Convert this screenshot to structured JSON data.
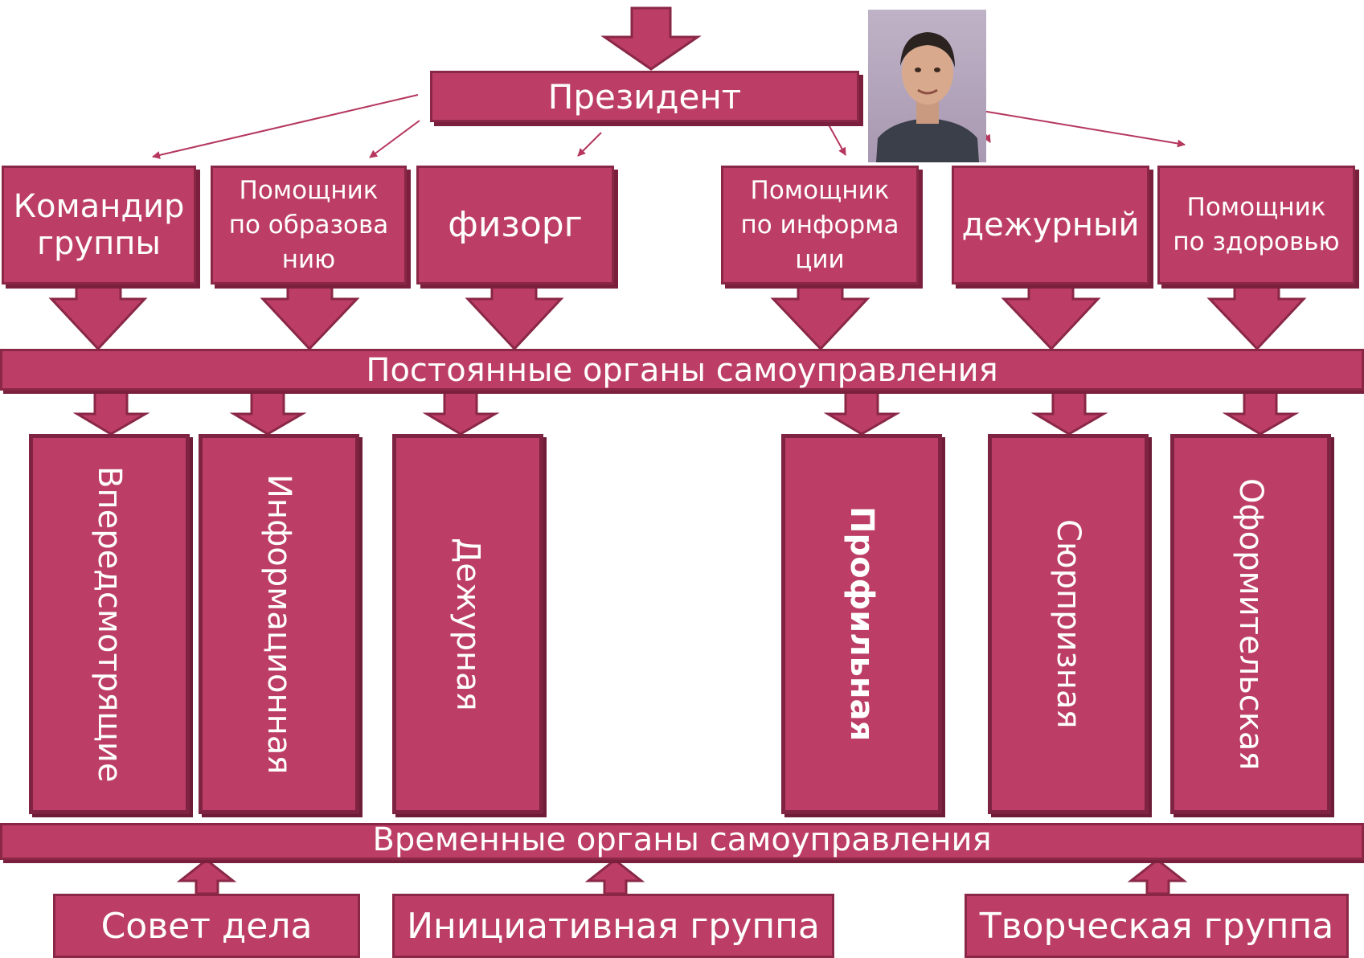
{
  "president": "Президент",
  "roles": [
    {
      "label": "Командир группы"
    },
    {
      "label": "Помощник по образованию"
    },
    {
      "label": "физорг"
    },
    {
      "label": "Помощник по информации"
    },
    {
      "label": "дежурный"
    },
    {
      "label": "Помощник по здоровью"
    }
  ],
  "permanent_bar": "Постоянные органы самоуправления",
  "committees": [
    {
      "label": "Впередсмотрящие"
    },
    {
      "label": "Информационная"
    },
    {
      "label": "Дежурная"
    },
    {
      "label": "Профильная"
    },
    {
      "label": "Сюрпризная"
    },
    {
      "label": "Оформительская"
    }
  ],
  "temporary_bar": "Временные органы самоуправления",
  "temporary_groups": [
    {
      "label": "Совет дела"
    },
    {
      "label": "Инициативная группа"
    },
    {
      "label": "Творческая группа"
    }
  ],
  "colors": {
    "box": "#bc3e66",
    "border": "#8a2747",
    "arrow_line": "#b5375e"
  },
  "icons": {
    "photo": "person-photo"
  }
}
